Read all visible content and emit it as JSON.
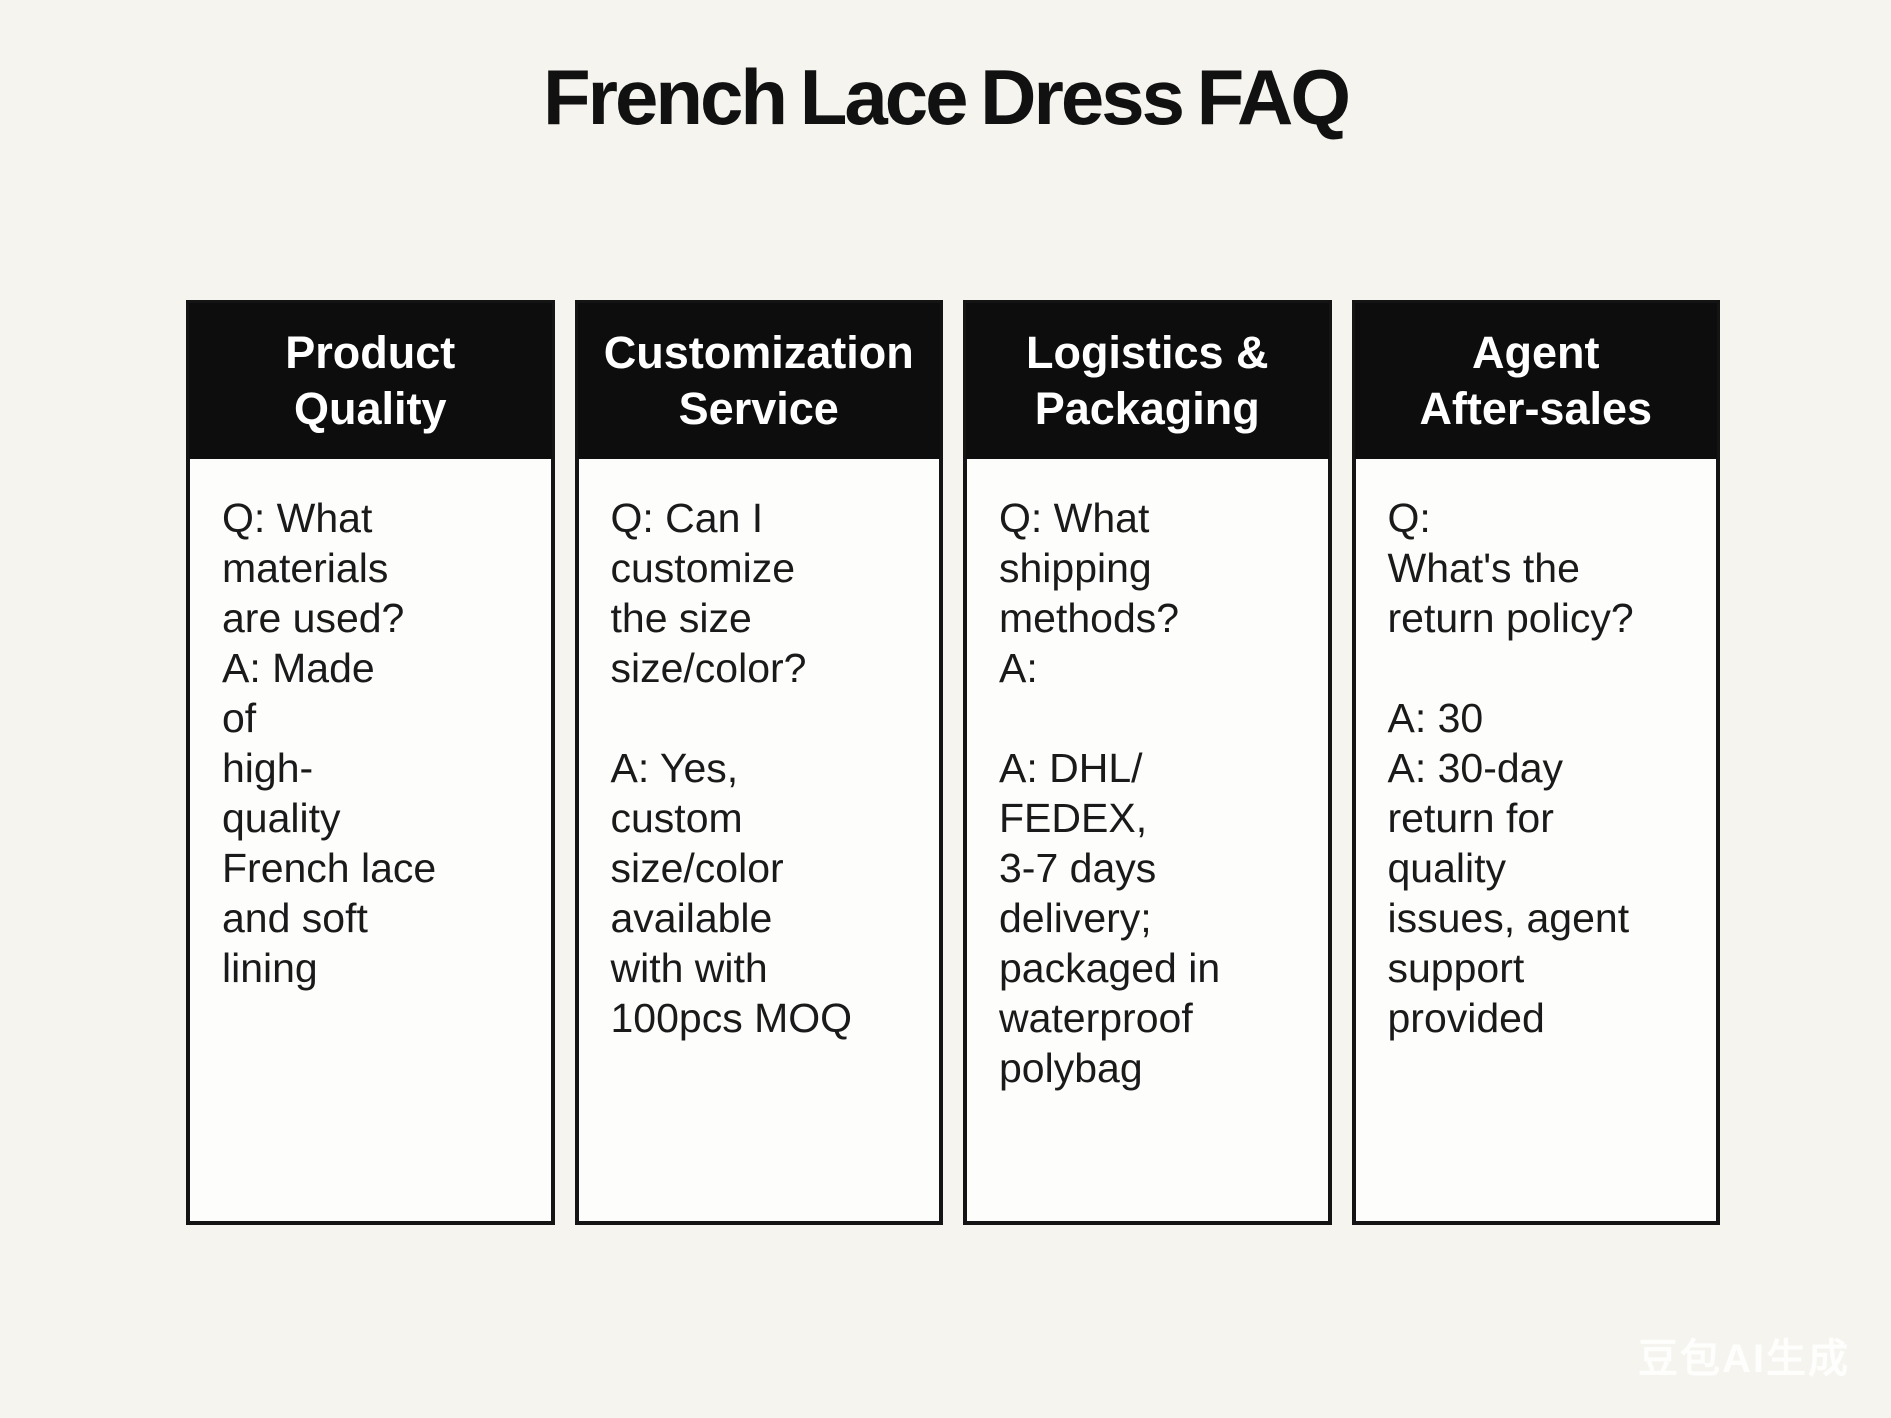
{
  "title": "French Lace Dress FAQ",
  "watermark": "豆包AI生成",
  "colors": {
    "background": "#f6f4ef",
    "header_bg": "#0d0d0d",
    "header_text": "#ffffff",
    "body_bg": "#fdfdfc",
    "body_text": "#1a1a1a",
    "border": "#141414",
    "title": "#111111",
    "watermark": "#ffffff"
  },
  "columns": [
    {
      "header": "Product\nQuality",
      "body": "Q: What\nmaterials\nare used?\nA: Made\nof\nhigh-\nquality\nFrench lace\nand soft\nlining"
    },
    {
      "header": "Customization\nService",
      "body": "Q: Can I\ncustomize\nthe size\nsize/color?\n\nA: Yes,\ncustom\nsize/color\navailable\nwith with\n100pcs MOQ"
    },
    {
      "header": "Logistics &\nPackaging",
      "body": "Q: What\nshipping\nmethods?\nA:\n\nA: DHL/\nFEDEX,\n3-7 days\ndelivery;\npackaged in\nwaterproof\npolybag"
    },
    {
      "header": "Agent\nAfter-sales",
      "body": "Q:\nWhat's the\nreturn policy?\n\nA: 30\nA: 30-day\nreturn for\nquality\nissues, agent\nsupport\nprovided"
    }
  ]
}
